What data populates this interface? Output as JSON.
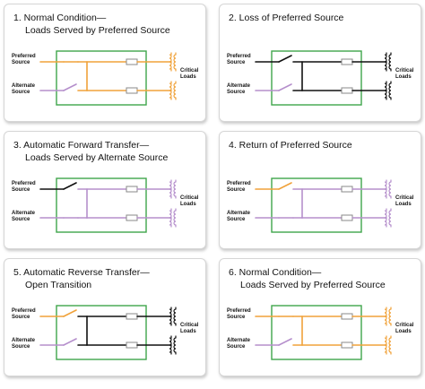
{
  "colors": {
    "preferred": "#f0a23a",
    "alternate": "#b58fcc",
    "dead": "#111111",
    "box": "#3fa64b",
    "breaker": "#888888"
  },
  "labels": {
    "preferred_source": [
      "Preferred",
      "Source"
    ],
    "alternate_source": [
      "Alternate",
      "Source"
    ],
    "critical_loads": [
      "Critical",
      "Loads"
    ]
  },
  "panels": [
    {
      "title": [
        "1. Normal Condition—",
        "Loads Served by Preferred Source"
      ],
      "preferred_switch": "closed",
      "alternate_switch": "open",
      "colors": {
        "pref_in": "preferred",
        "alt_in": "alternate",
        "tie": "preferred",
        "top_bus": "preferred",
        "bottom_bus": "preferred",
        "top_out": "preferred",
        "bottom_out": "preferred"
      }
    },
    {
      "title": [
        "2. Loss of Preferred Source"
      ],
      "preferred_switch": "open",
      "alternate_switch": "open",
      "colors": {
        "pref_in": "dead",
        "alt_in": "alternate",
        "tie": "dead",
        "top_bus": "dead",
        "bottom_bus": "dead",
        "top_out": "dead",
        "bottom_out": "dead"
      }
    },
    {
      "title": [
        "3. Automatic Forward Transfer—",
        "Loads Served by Alternate Source"
      ],
      "preferred_switch": "open",
      "alternate_switch": "closed",
      "colors": {
        "pref_in": "dead",
        "alt_in": "alternate",
        "tie": "alternate",
        "top_bus": "alternate",
        "bottom_bus": "alternate",
        "top_out": "alternate",
        "bottom_out": "alternate"
      }
    },
    {
      "title": [
        "4. Return of Preferred Source"
      ],
      "preferred_switch": "open",
      "alternate_switch": "closed",
      "colors": {
        "pref_in": "preferred",
        "alt_in": "alternate",
        "tie": "alternate",
        "top_bus": "alternate",
        "bottom_bus": "alternate",
        "top_out": "alternate",
        "bottom_out": "alternate"
      }
    },
    {
      "title": [
        "5. Automatic Reverse Transfer—",
        "Open Transition"
      ],
      "preferred_switch": "open",
      "alternate_switch": "open",
      "colors": {
        "pref_in": "preferred",
        "alt_in": "alternate",
        "tie": "dead",
        "top_bus": "dead",
        "bottom_bus": "dead",
        "top_out": "dead",
        "bottom_out": "dead"
      }
    },
    {
      "title": [
        "6. Normal Condition—",
        "Loads Served by Preferred Source"
      ],
      "preferred_switch": "closed",
      "alternate_switch": "open",
      "colors": {
        "pref_in": "preferred",
        "alt_in": "alternate",
        "tie": "preferred",
        "top_bus": "preferred",
        "bottom_bus": "preferred",
        "top_out": "preferred",
        "bottom_out": "preferred"
      }
    }
  ]
}
